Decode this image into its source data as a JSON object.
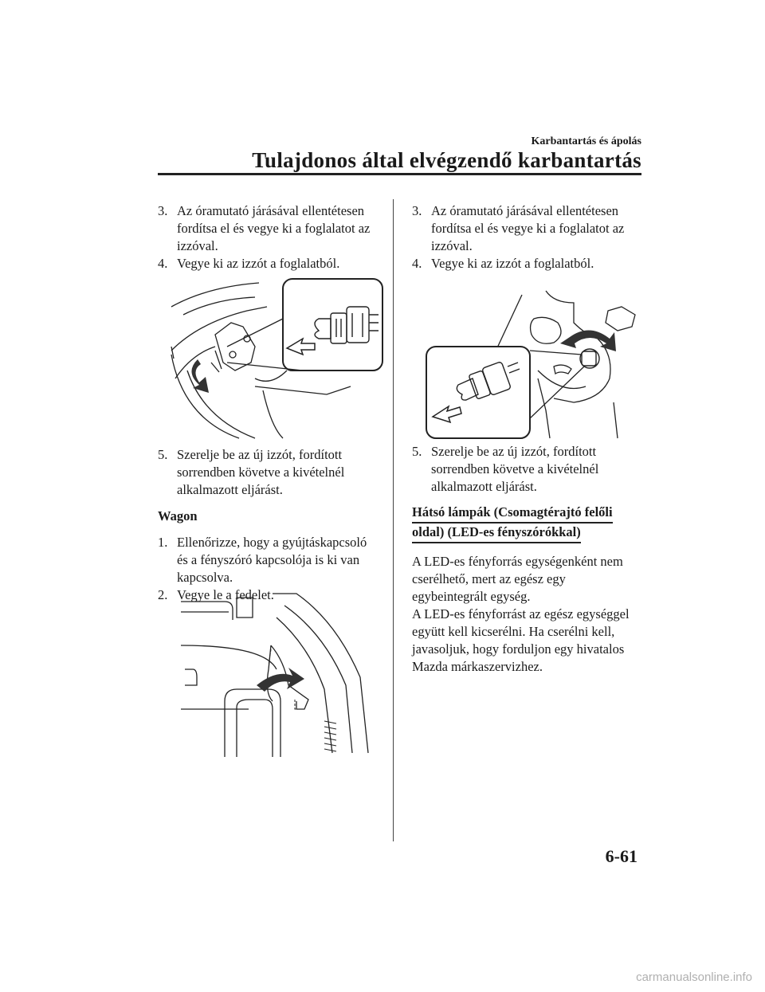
{
  "header": {
    "section": "Karbantartás és ápolás",
    "title": "Tulajdonos által elvégzendő karbantartás"
  },
  "left_column": {
    "step3": {
      "num": "3.",
      "text": "Az óramutató járásával ellentétesen fordítsa el és vegye ki a foglalatot az izzóval."
    },
    "step4": {
      "num": "4.",
      "text": "Vegye ki az izzót a foglalatból."
    },
    "step5": {
      "num": "5.",
      "text": "Szerelje be az új izzót, fordított sorrendben követve a kivételnél alkalmazott eljárást."
    },
    "wagon_heading": "Wagon",
    "wagon_step1": {
      "num": "1.",
      "text": "Ellenőrizze, hogy a gyújtáskapcsoló és a fényszóró kapcsolója is ki van kapcsolva."
    },
    "wagon_step2": {
      "num": "2.",
      "text": "Vegye le a fedelet."
    }
  },
  "right_column": {
    "step3": {
      "num": "3.",
      "text": "Az óramutató járásával ellentétesen fordítsa el és vegye ki a foglalatot az izzóval."
    },
    "step4": {
      "num": "4.",
      "text": "Vegye ki az izzót a foglalatból."
    },
    "step5": {
      "num": "5.",
      "text": "Szerelje be az új izzót, fordított sorrendben követve a kivételnél alkalmazott eljárást."
    },
    "led_heading_line1": "Hátsó lámpák (Csomagtérajtó felőli",
    "led_heading_line2": "oldal) (LED-es fényszórókkal)",
    "led_para1": "A LED-es fényforrás egységenként nem cserélhető, mert az egész egy egybeintegrált egység.",
    "led_para2": "A LED-es fényforrást az egész egységgel együtt kell kicserélni. Ha cserélni kell, javasoljuk, hogy forduljon egy hivatalos Mazda márkaszervizhez."
  },
  "page_number": "6-61",
  "watermark": "carmanualsonline.info"
}
